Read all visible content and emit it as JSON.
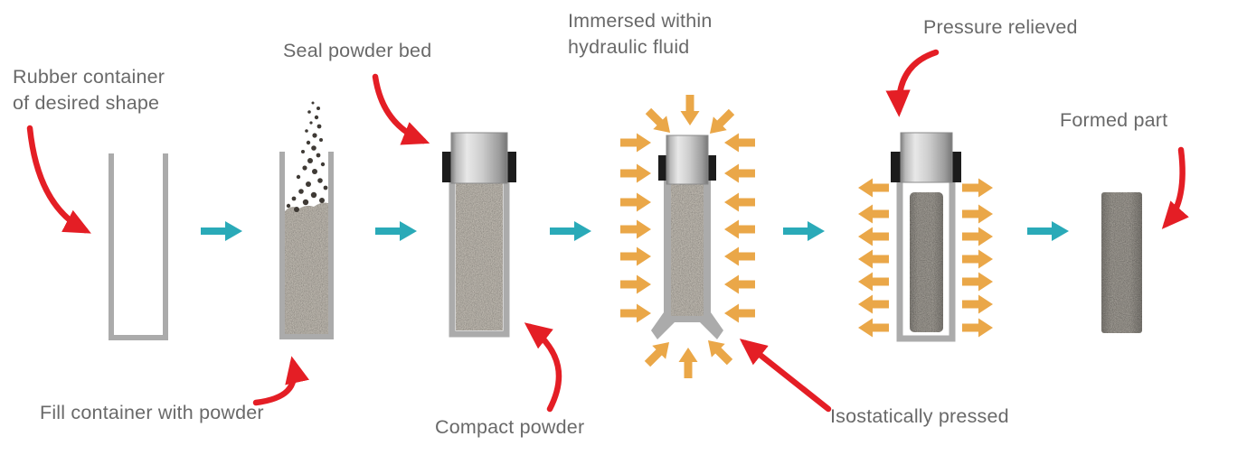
{
  "diagram_kind": "process-flow-diagram",
  "annotations": {
    "rubber_container": {
      "line1": "Rubber container",
      "line2": "of desired shape"
    },
    "fill_container": {
      "text": "Fill container with powder"
    },
    "seal_powder_bed": {
      "text": "Seal powder bed"
    },
    "compact_powder": {
      "text": "Compact powder"
    },
    "immersed": {
      "line1": "Immersed within",
      "line2": "hydraulic fluid"
    },
    "isostatically_pressed": {
      "text": "Isostatically pressed"
    },
    "pressure_relieved": {
      "text": "Pressure relieved"
    },
    "formed_part": {
      "text": "Formed part"
    }
  },
  "stages": [
    {
      "icon": "empty-rubber-container-icon"
    },
    {
      "icon": "container-filling-with-powder-icon"
    },
    {
      "icon": "sealed-powder-container-icon"
    },
    {
      "icon": "container-pressed-in-hydraulic-fluid-icon"
    },
    {
      "icon": "container-pressure-released-icon"
    },
    {
      "icon": "formed-compact-part-icon"
    }
  ],
  "flow": {
    "direction": "left-to-right",
    "flow_arrow_count": 5,
    "inward_pressure_side_arrow_rows": 7,
    "outward_pressure_side_arrow_rows": 7
  },
  "colors": {
    "label_text": "#696969",
    "annotation_arrow_red": "#e41e25",
    "flow_arrow_teal": "#2aaab8",
    "pressure_arrow_orange": "#eaa748",
    "container_gray": "#ababab",
    "clamp_black": "#1c1c1c",
    "background": "#ffffff"
  }
}
